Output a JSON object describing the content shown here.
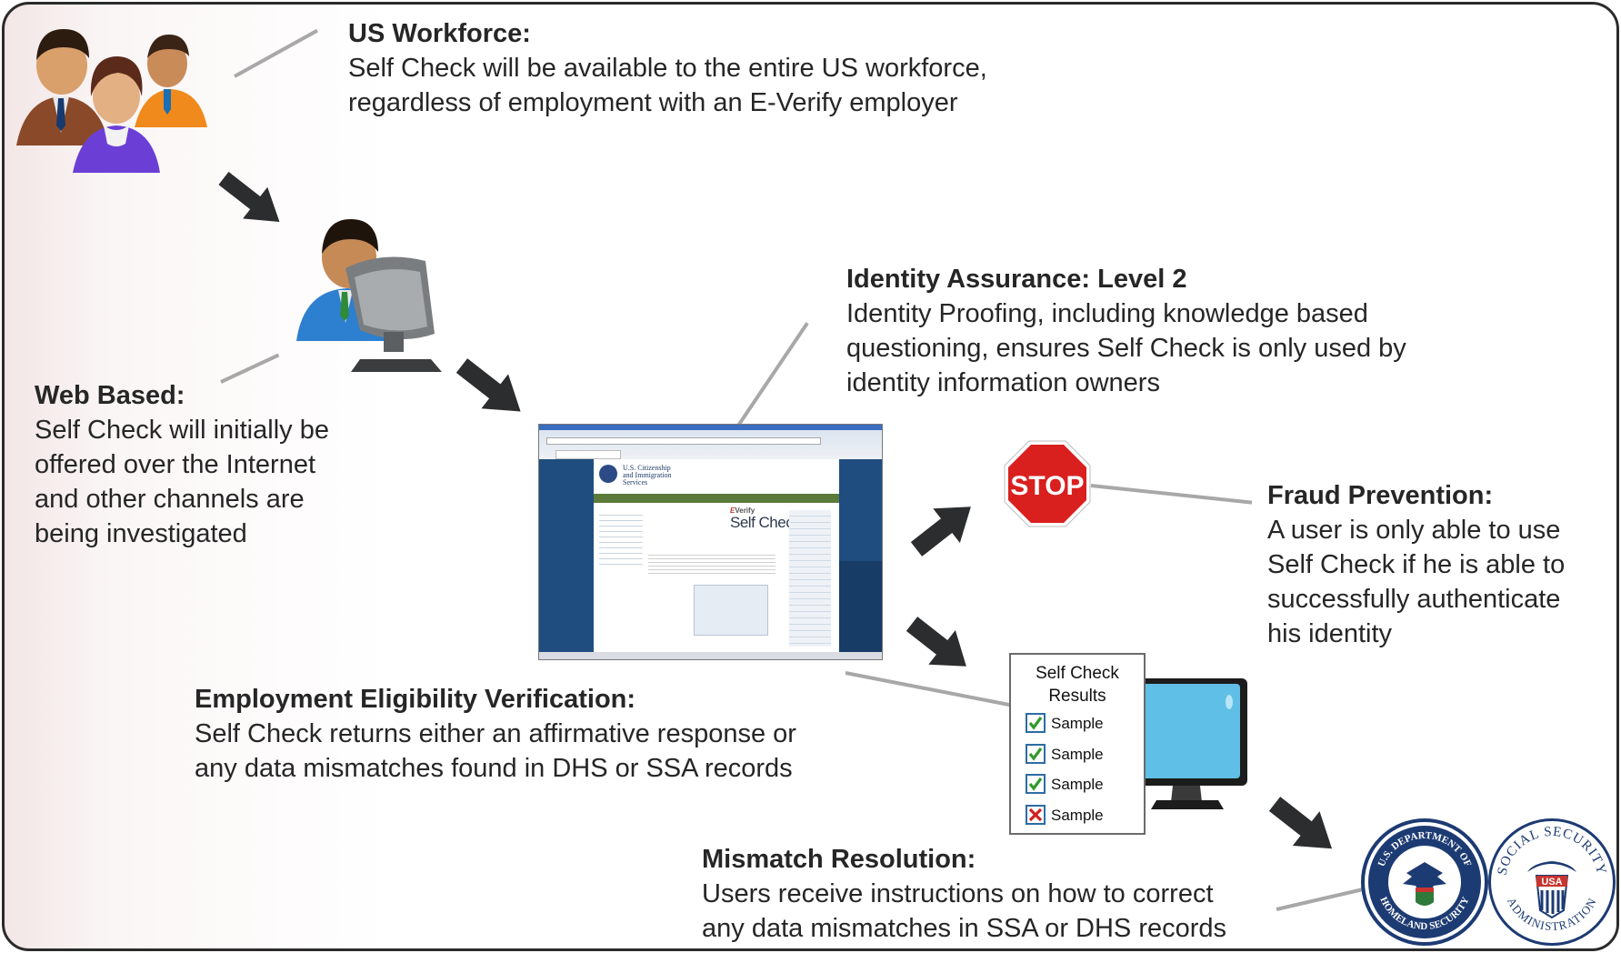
{
  "blocks": {
    "workforce": {
      "heading": "US Workforce:",
      "lines": [
        "Self Check will be available to the entire US workforce,",
        "regardless of employment with an E-Verify employer"
      ]
    },
    "web": {
      "heading": "Web Based:",
      "lines": [
        "Self Check will initially be",
        "offered over the Internet",
        "and other channels are",
        "being investigated"
      ]
    },
    "identity": {
      "heading": "Identity Assurance: Level 2",
      "lines": [
        "Identity Proofing, including knowledge based",
        "questioning, ensures Self Check is only used by",
        "identity information owners"
      ]
    },
    "fraud": {
      "heading": "Fraud Prevention:",
      "lines": [
        "A user is only able to use",
        "Self Check if he is able to",
        "successfully authenticate",
        "his identity"
      ]
    },
    "eligibility": {
      "heading": "Employment Eligibility Verification:",
      "lines": [
        "Self Check returns either an affirmative response or",
        "any data mismatches found in DHS or SSA records"
      ]
    },
    "mismatch": {
      "heading": "Mismatch Resolution:",
      "lines": [
        "Users receive instructions on how to correct",
        "any data mismatches in SSA or DHS records"
      ]
    }
  },
  "results": {
    "title_lines": [
      "Self Check",
      "Results"
    ],
    "items": [
      {
        "label": "Sample",
        "status": "pass"
      },
      {
        "label": "Sample",
        "status": "pass"
      },
      {
        "label": "Sample",
        "status": "pass"
      },
      {
        "label": "Sample",
        "status": "fail"
      }
    ]
  },
  "stop_sign": {
    "text": "STOP"
  },
  "browser": {
    "agency_lines": [
      "U.S. Citizenship",
      "and Immigration",
      "Services"
    ],
    "everify_pre": "E",
    "everify_post": "Verify",
    "product": "Self Check"
  },
  "seals": {
    "dhs": {
      "top": "U.S. DEPARTMENT OF",
      "bottom": "HOMELAND SECURITY"
    },
    "ssa": {
      "top": "SOCIAL SECURITY",
      "bottom": "ADMINISTRATION",
      "center": "USA"
    }
  },
  "colors": {
    "arrow": "#2b2d2f",
    "connector": "#a8a8a8",
    "stop": "#d9201f",
    "check": "#2f9a2a",
    "cross": "#d21f1f",
    "monitor": "#5fbfe6",
    "seal_blue": "#1d3b73"
  }
}
